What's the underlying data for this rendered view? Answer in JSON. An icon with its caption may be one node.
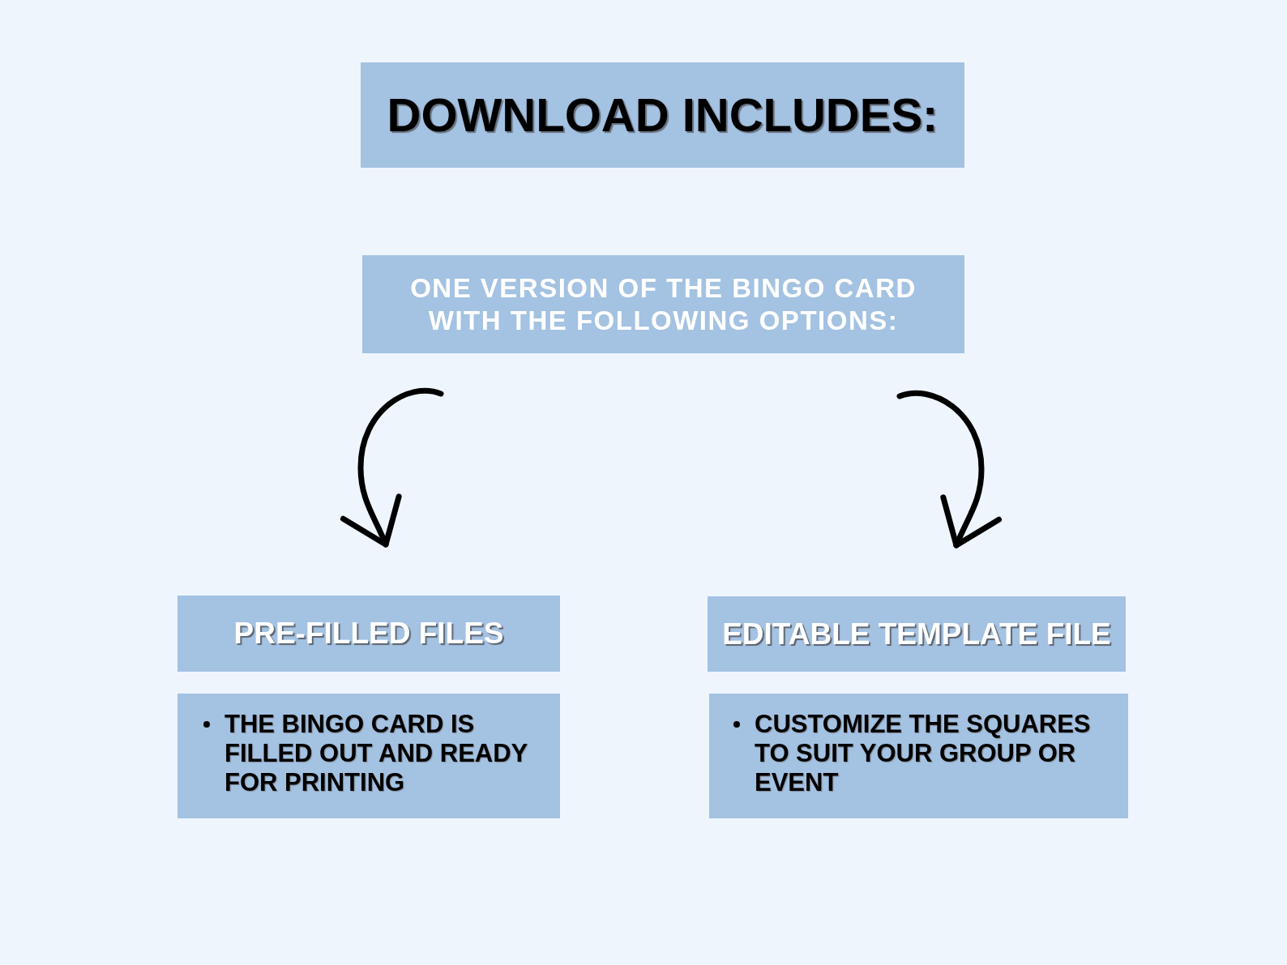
{
  "diagram": {
    "nodes": [
      {
        "text": [
          "DOWNLOAD INCLUDES:"
        ]
      },
      {
        "text": [
          "ONE VERSION OF THE BINGO CARD WITH THE FOLLOWING OPTIONS:"
        ]
      },
      {
        "text": [
          "PRE-FILLED FILES"
        ]
      },
      {
        "text": [
          "EDITABLE TEMPLATE FILE"
        ]
      },
      {
        "text": [
          "THE BINGO CARD IS FILLED OUT AND READY FOR PRINTING"
        ]
      },
      {
        "text": [
          "CUSTOMIZE THE SQUARES TO SUIT YOUR GROUP OR EVENT"
        ]
      }
    ],
    "edges": [
      {
        "from": 1,
        "to": 2,
        "arrow": "to"
      },
      {
        "from": 1,
        "to": 3,
        "arrow": "to"
      }
    ]
  }
}
